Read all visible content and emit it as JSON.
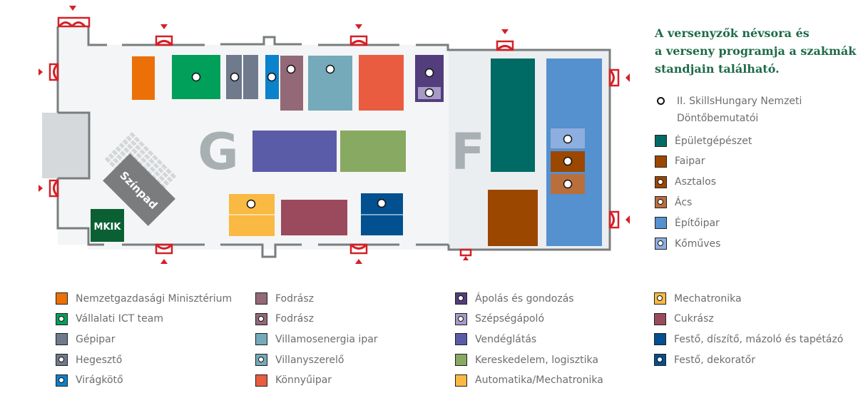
{
  "info": {
    "title_lines": [
      "A versenyzők névsora és",
      "a verseny programja a szakmák",
      "standjain található."
    ],
    "skills_marker_line1": "II. SkillsHungary Nemzeti",
    "skills_marker_line2": "Döntőbemutatói"
  },
  "map": {
    "hall_g_label": "G",
    "hall_f_label": "F",
    "stage_label": "Színpad",
    "mkik_label": "MKIK"
  },
  "legend_right": [
    {
      "label": "Épületgépészet",
      "color": "#006b64",
      "dot": false
    },
    {
      "label": "Faipar",
      "color": "#9c4700",
      "dot": false
    },
    {
      "label": "Asztalos",
      "color": "#9c4700",
      "dot": true
    },
    {
      "label": "Ács",
      "color": "#b96f3c",
      "dot": true
    },
    {
      "label": "Építőipar",
      "color": "#5590cf",
      "dot": false
    },
    {
      "label": "Kőműves",
      "color": "#8eaedf",
      "dot": true
    }
  ],
  "legend_bottom": [
    [
      {
        "label": "Nemzetgazdasági Minisztérium",
        "color": "#eb7008",
        "dot": false
      },
      {
        "label": "Vállalati ICT team",
        "color": "#00a05a",
        "dot": true
      },
      {
        "label": "Gépipar",
        "color": "#6f7a8c",
        "dot": false
      },
      {
        "label": "Hegesztő",
        "color": "#6f7a8c",
        "dot": true
      },
      {
        "label": "Virágkötő",
        "color": "#0a82cc",
        "dot": true
      }
    ],
    [
      {
        "label": "Fodrász",
        "color": "#936877",
        "dot": false
      },
      {
        "label": "Fodrász",
        "color": "#936877",
        "dot": true
      },
      {
        "label": "Villamosenergia ipar",
        "color": "#74aab9",
        "dot": false
      },
      {
        "label": "Villanyszerelő",
        "color": "#74aab9",
        "dot": true
      },
      {
        "label": "Könnyűipar",
        "color": "#e95c40",
        "dot": false
      }
    ],
    [
      {
        "label": "Ápolás és gondozás",
        "color": "#533d7c",
        "dot": true
      },
      {
        "label": "Szépségápoló",
        "color": "#a69ac7",
        "dot": true
      },
      {
        "label": "Vendéglátás",
        "color": "#5a5ca8",
        "dot": false
      },
      {
        "label": "Kereskedelem, logisztika",
        "color": "#88a961",
        "dot": false
      },
      {
        "label": "Automatika/Mechatronika",
        "color": "#f9b942",
        "dot": false
      }
    ],
    [
      {
        "label": "Mechatronika",
        "color": "#f9b942",
        "dot": true
      },
      {
        "label": "Cukrász",
        "color": "#9a4a5c",
        "dot": false
      },
      {
        "label": "Festő, díszítő, mázoló és tapétázó",
        "color": "#02508f",
        "dot": false
      },
      {
        "label": "Festő, dekoratőr",
        "color": "#02508f",
        "dot": true
      }
    ]
  ],
  "colors": {
    "wall": "#7a7d7e",
    "door": "#d42027",
    "floor_g": "#f4f5f6",
    "floor_f": "#ebeef0",
    "hall_letter": "#a9b0b4",
    "stage": "#7a7c7d",
    "mkik": "#0b6033",
    "title_green": "#1e6b4a"
  }
}
